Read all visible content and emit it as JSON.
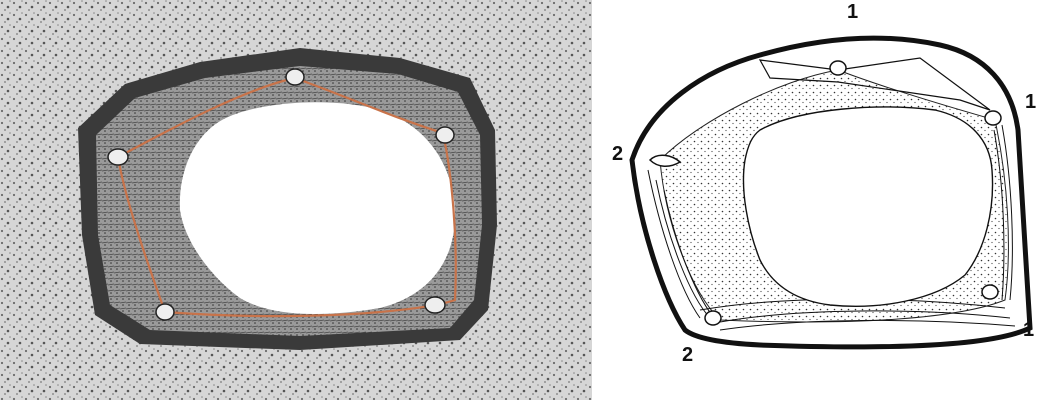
{
  "panels": [
    {
      "id": "micrograph",
      "kind": "histology-illustration",
      "highlight_color": "#c8734a"
    },
    {
      "id": "schematic",
      "kind": "line-drawing"
    }
  ],
  "labels": [
    {
      "text": "1"
    },
    {
      "text": "1"
    },
    {
      "text": "1"
    },
    {
      "text": "2"
    },
    {
      "text": "2"
    }
  ],
  "colors": {
    "ink": "#111111",
    "paper": "#ffffff",
    "tissue": "#9a9a9a",
    "highlight": "#c8734a"
  }
}
